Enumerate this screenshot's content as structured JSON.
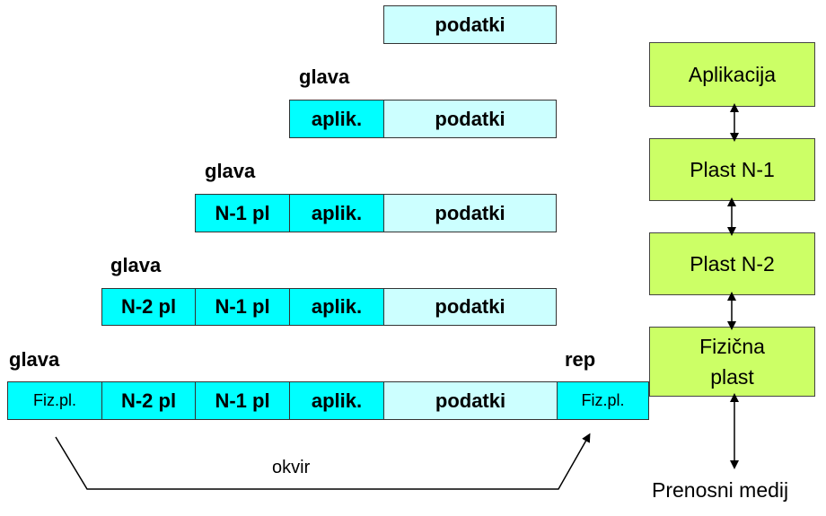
{
  "rows": {
    "r1": {
      "podatki": "podatki"
    },
    "r2": {
      "header": "glava",
      "aplik": "aplik.",
      "podatki": "podatki"
    },
    "r3": {
      "header": "glava",
      "n1": "N-1 pl",
      "aplik": "aplik.",
      "podatki": "podatki"
    },
    "r4": {
      "header": "glava",
      "n2": "N-2 pl",
      "n1": "N-1 pl",
      "aplik": "aplik.",
      "podatki": "podatki"
    },
    "r5": {
      "header": "glava",
      "trailer": "rep",
      "fiz": "Fiz.pl.",
      "n2": "N-2 pl",
      "n1": "N-1 pl",
      "aplik": "aplik.",
      "podatki": "podatki",
      "fiz_tail": "Fiz.pl."
    }
  },
  "frame_label": "okvir",
  "layers": {
    "app": "Aplikacija",
    "n1": "Plast N-1",
    "n2": "Plast N-2",
    "phys_line1": "Fizična",
    "phys_line2": "plast"
  },
  "medium": "Prenosni medij",
  "colors": {
    "data": "#ccffff",
    "header": "#00ffff",
    "layer": "#ccff66"
  }
}
